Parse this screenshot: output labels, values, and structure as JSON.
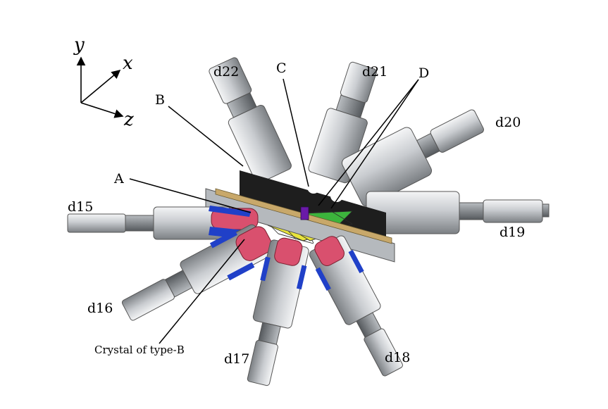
{
  "axes": {
    "y": "y",
    "x": "x",
    "z": "z"
  },
  "labels": {
    "A": "A",
    "B": "B",
    "C": "C",
    "D": "D",
    "crystal": "Crystal of type-B"
  },
  "detectors": [
    "d15",
    "d16",
    "d17",
    "d18",
    "d19",
    "d20",
    "d21",
    "d22"
  ],
  "colors": {
    "steel_light": "#e6e8ea",
    "steel_mid": "#b4b8bc",
    "steel_dark": "#6e7276",
    "frame": "#2a2a2a",
    "rail": "#c8a86a",
    "crystal_pink": "#d9506e",
    "crystal_blue": "#2040c8",
    "target": "#6a1aa8",
    "wheel_green": "#3cb43c",
    "wheel_yellow": "#e8e43c"
  }
}
